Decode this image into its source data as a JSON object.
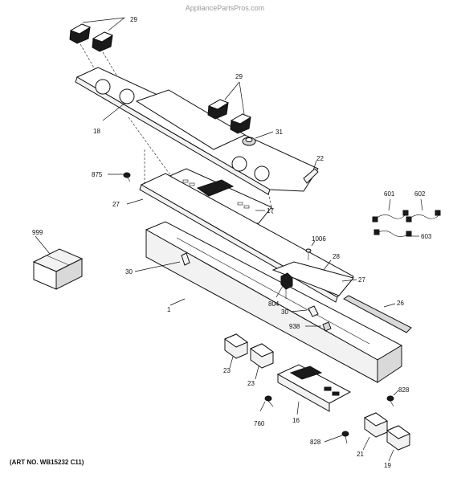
{
  "watermark": "AppliancePartsPros.com",
  "art_number": "(ART NO. WB15232 C11)",
  "callouts": {
    "knobs_upper": "29",
    "knobs_lower": "29",
    "knob_small": "31",
    "control_panel": "18",
    "end_cap": "22",
    "screw_875": "875",
    "bracket_panel": "27",
    "touch_control": "17",
    "harness_601": "601",
    "harness_602": "602",
    "harness_603": "603",
    "carton": "999",
    "screw_1006": "1006",
    "spacer_28": "28",
    "bracket_right": "27",
    "clip_30_left": "30",
    "manifold_cover": "1",
    "switch_804": "804",
    "clip_30_right": "30",
    "trim_rod": "26",
    "sensor_938": "938",
    "switch_23_a": "23",
    "switch_23_b": "23",
    "screw_828_right": "828",
    "screw_760": "760",
    "control_board": "16",
    "screw_828_bottom": "828",
    "switch_21": "21",
    "switch_19": "19"
  }
}
